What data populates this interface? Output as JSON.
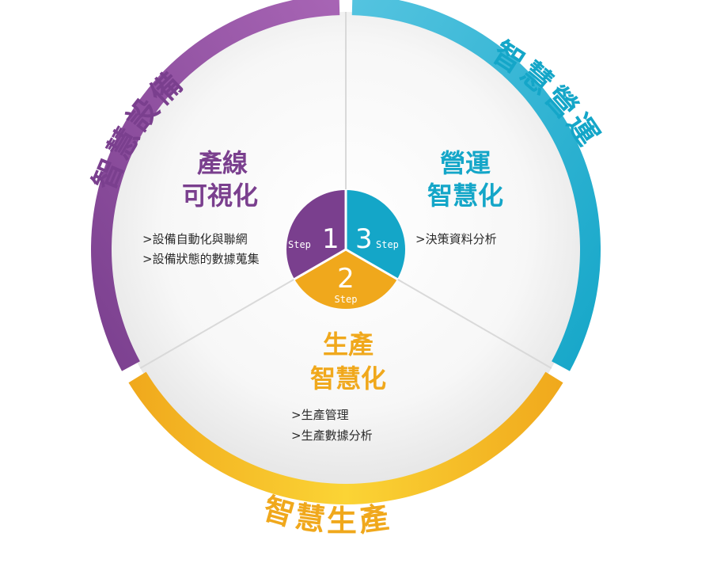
{
  "colors": {
    "purple": "#7a3f8e",
    "purple_light": "#a865b5",
    "cyan": "#14a6c8",
    "cyan_light": "#55c4e0",
    "yellow": "#f0a81c",
    "yellow_light": "#fbd435",
    "divider": "#d9d9d9"
  },
  "outer_labels": {
    "left": "智慧設備",
    "right": "智慧營運",
    "bottom": "智慧生產"
  },
  "segments": {
    "left": {
      "title_line1": "產線",
      "title_line2": "可視化",
      "bullets": [
        ">設備自動化與聯網",
        ">設備狀態的數據蒐集"
      ]
    },
    "right": {
      "title_line1": "營運",
      "title_line2": "智慧化",
      "bullets": [
        ">決策資料分析"
      ]
    },
    "bottom": {
      "title_line1": "生產",
      "title_line2": "智慧化",
      "bullets": [
        ">生產管理",
        ">生產數據分析"
      ]
    }
  },
  "steps": [
    {
      "number": "1",
      "word": "Step"
    },
    {
      "number": "2",
      "word": "Step"
    },
    {
      "number": "3",
      "word": "Step"
    }
  ]
}
